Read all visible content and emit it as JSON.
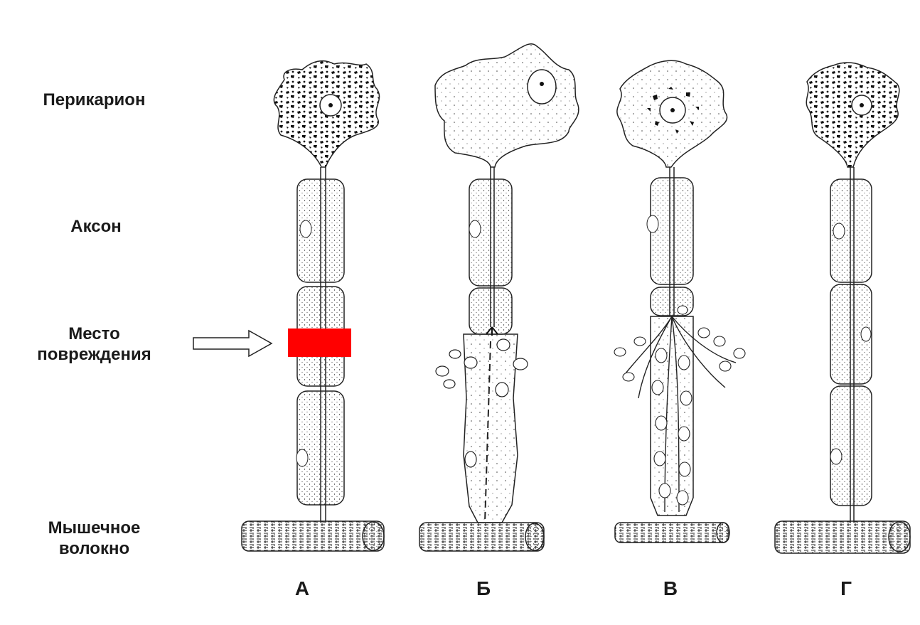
{
  "labels": {
    "perikaryon": "Перикарион",
    "axon": "Аксон",
    "injury_line1": "Место",
    "injury_line2": "повреждения",
    "muscle_line1": "Мышечное",
    "muscle_line2": "волокно"
  },
  "panels": [
    {
      "letter": "А"
    },
    {
      "letter": "Б"
    },
    {
      "letter": "В"
    },
    {
      "letter": "Г"
    }
  ],
  "colors": {
    "injury_marker": "#ff0000",
    "ink": "#1a1a1a"
  }
}
